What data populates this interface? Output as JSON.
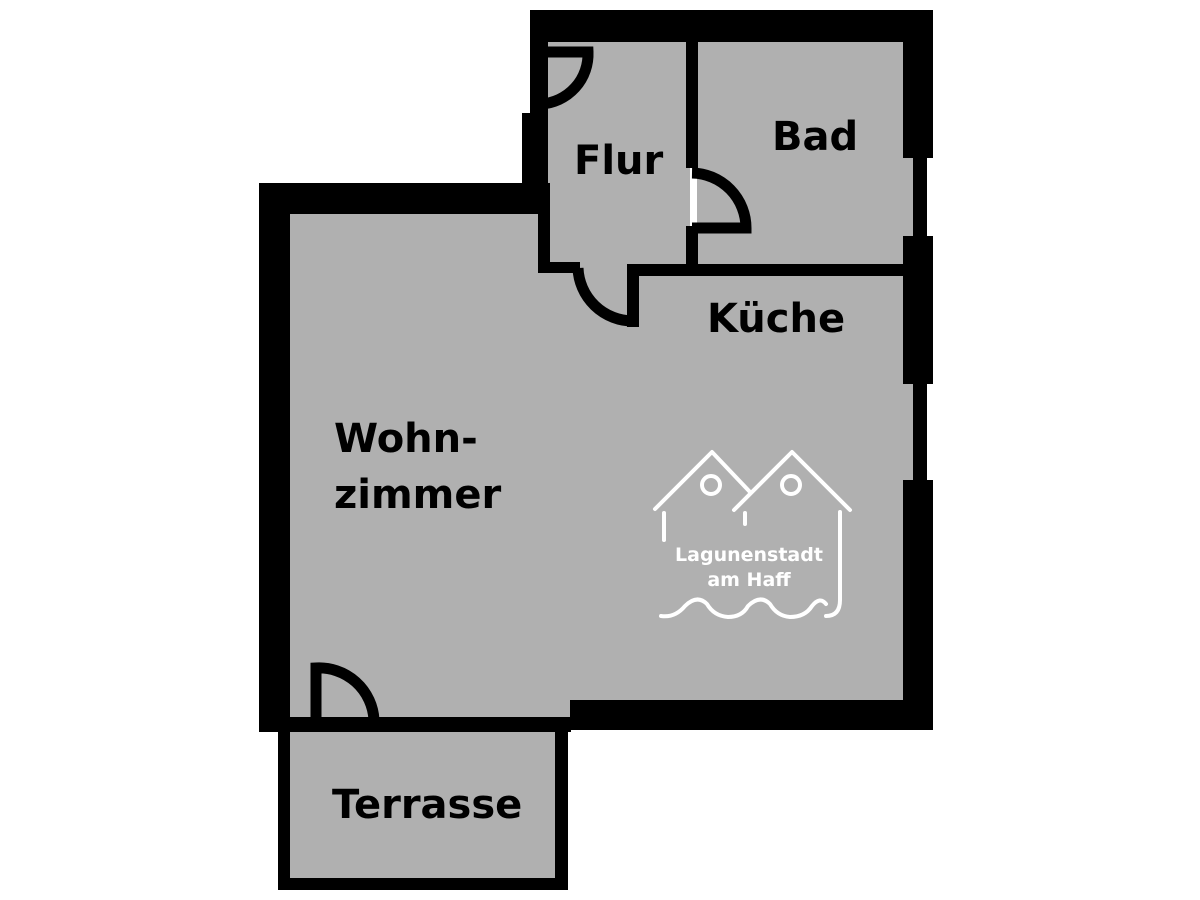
{
  "floorplan": {
    "colors": {
      "fill": "#b0b0b0",
      "wall": "#000000",
      "background": "#ffffff",
      "logo": "#ffffff"
    },
    "rooms": {
      "flur": "Flur",
      "bad": "Bad",
      "kueche": "Küche",
      "wohnzimmer_line1": "Wohn-",
      "wohnzimmer_line2": "zimmer",
      "terrasse": "Terrasse"
    },
    "logo": {
      "icon": "twin-houses-waves-icon",
      "line1": "Lagunenstadt",
      "line2": "am Haff"
    }
  }
}
